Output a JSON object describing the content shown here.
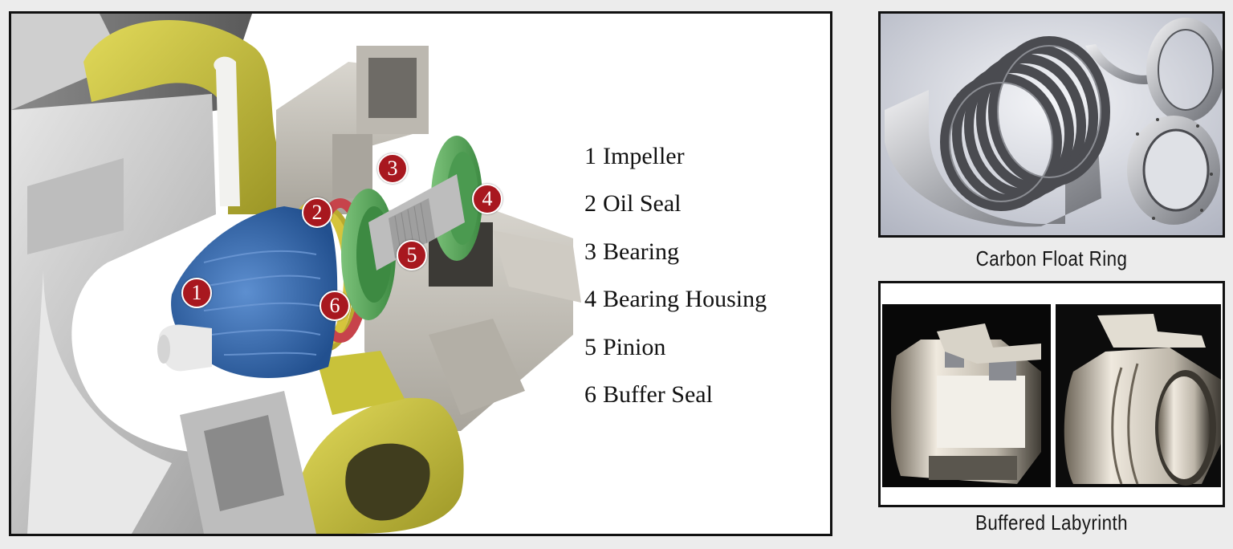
{
  "diagram": {
    "type": "cutaway-illustration",
    "subject": "centrifugal compressor impeller and bearing housing cutaway",
    "colors": {
      "background": "#ececec",
      "frame_border": "#111111",
      "marker_fill": "#a8181f",
      "marker_text": "#ffffff",
      "impeller": "#2f64a8",
      "oil_seal": "#c7434b",
      "bearing": "#5aa05a",
      "volute": "#c9c23a",
      "housing": "#c8c4bc"
    },
    "markers": [
      {
        "number": "1",
        "part": "Impeller"
      },
      {
        "number": "2",
        "part": "Oil Seal"
      },
      {
        "number": "3",
        "part": "Bearing"
      },
      {
        "number": "4",
        "part": "Bearing Housing"
      },
      {
        "number": "5",
        "part": "Pinion"
      },
      {
        "number": "6",
        "part": "Buffer Seal"
      }
    ],
    "legend": [
      {
        "number": "1",
        "label": "Impeller"
      },
      {
        "number": "2",
        "label": "Oil Seal"
      },
      {
        "number": "3",
        "label": "Bearing"
      },
      {
        "number": "4",
        "label": "Bearing Housing"
      },
      {
        "number": "5",
        "label": "Pinion"
      },
      {
        "number": "6",
        "label": "Buffer Seal"
      }
    ]
  },
  "panels": [
    {
      "caption": "Carbon Float Ring",
      "content": "photo of stacked carbon float rings in a split housing with two flanged retaining rings"
    },
    {
      "caption": "Buffered Labyrinth",
      "content": "two cutaway photos of labyrinth seal assemblies on a black background"
    }
  ]
}
